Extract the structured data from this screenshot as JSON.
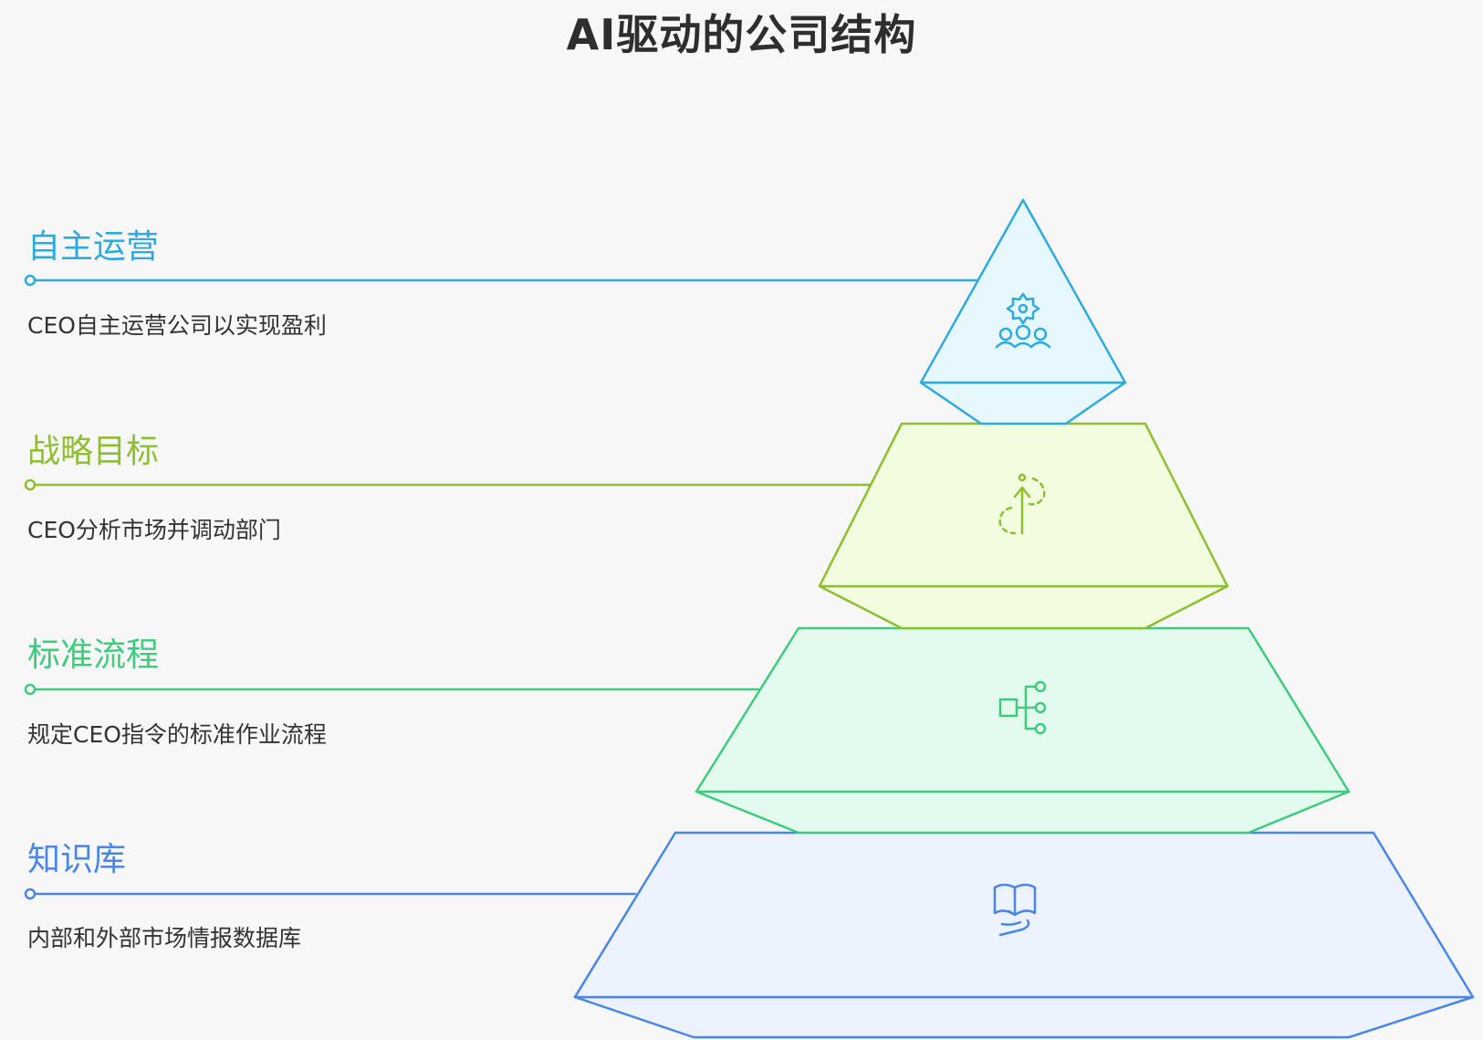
{
  "title": "AI驱动的公司结构",
  "layers": [
    {
      "label": "自主运营",
      "description": "CEO自主运营公司以实现盈利",
      "icon": "gear-team-icon",
      "color": "#2eaadc",
      "fill": "#e6f7fd"
    },
    {
      "label": "战略目标",
      "description": "CEO分析市场并调动部门",
      "icon": "target-arrow-icon",
      "color": "#8dbf2f",
      "fill": "#f2fde0"
    },
    {
      "label": "标准流程",
      "description": "规定CEO指令的标准作业流程",
      "icon": "process-flow-icon",
      "color": "#3ecb7e",
      "fill": "#e3fbef"
    },
    {
      "label": "知识库",
      "description": "内部和外部市场情报数据库",
      "icon": "book-hand-icon",
      "color": "#4a86e8",
      "fill": "#ecf3fe"
    }
  ]
}
